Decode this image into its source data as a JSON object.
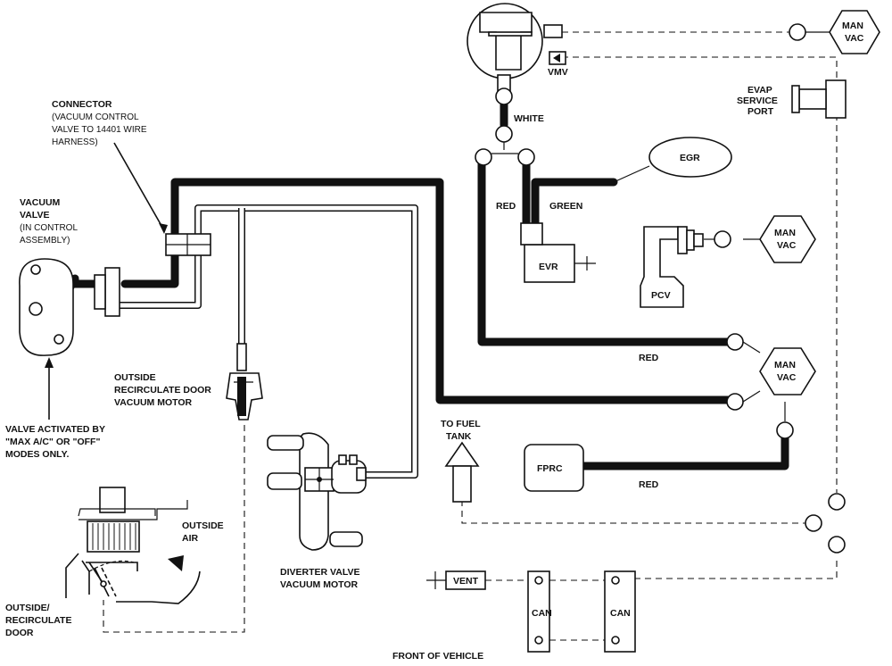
{
  "labels": {
    "connector_title": "CONNECTOR",
    "connector_line1": "(VACUUM CONTROL",
    "connector_line2": "VALVE TO 14401 WIRE",
    "connector_line3": "HARNESS)",
    "vacuum_valve_line1": "VACUUM",
    "vacuum_valve_line2": "VALVE",
    "vacuum_valve_line3": "(IN CONTROL",
    "vacuum_valve_line4": "ASSEMBLY)",
    "valve_activated_line1": "VALVE ACTIVATED BY",
    "valve_activated_line2": "\"MAX A/C\" OR \"OFF\"",
    "valve_activated_line3": "MODES ONLY.",
    "outside_recirc_motor_line1": "OUTSIDE",
    "outside_recirc_motor_line2": "RECIRCULATE DOOR",
    "outside_recirc_motor_line3": "VACUUM MOTOR",
    "outside_air_line1": "OUTSIDE",
    "outside_air_line2": "AIR",
    "outside_recirc_door_line1": "OUTSIDE/",
    "outside_recirc_door_line2": "RECIRCULATE",
    "outside_recirc_door_line3": "DOOR",
    "diverter_line1": "DIVERTER VALVE",
    "diverter_line2": "VACUUM MOTOR",
    "to_fuel_line1": "TO FUEL",
    "to_fuel_line2": "TANK",
    "front_of_vehicle": "FRONT OF VEHICLE",
    "vmv": "VMV",
    "white": "WHITE",
    "red_1": "RED",
    "green": "GREEN",
    "red_2": "RED",
    "red_3": "RED",
    "evap_line1": "EVAP",
    "evap_line2": "SERVICE",
    "evap_line3": "PORT",
    "egr": "EGR",
    "evr": "EVR",
    "pcv": "PCV",
    "fprc": "FPRC",
    "vent": "VENT",
    "can_1": "CAN",
    "can_2": "CAN",
    "man_vac_top_1": "MAN",
    "man_vac_top_2": "VAC",
    "man_vac_mid_1": "MAN",
    "man_vac_mid_2": "VAC",
    "man_vac_bot_1": "MAN",
    "man_vac_bot_2": "VAC"
  }
}
